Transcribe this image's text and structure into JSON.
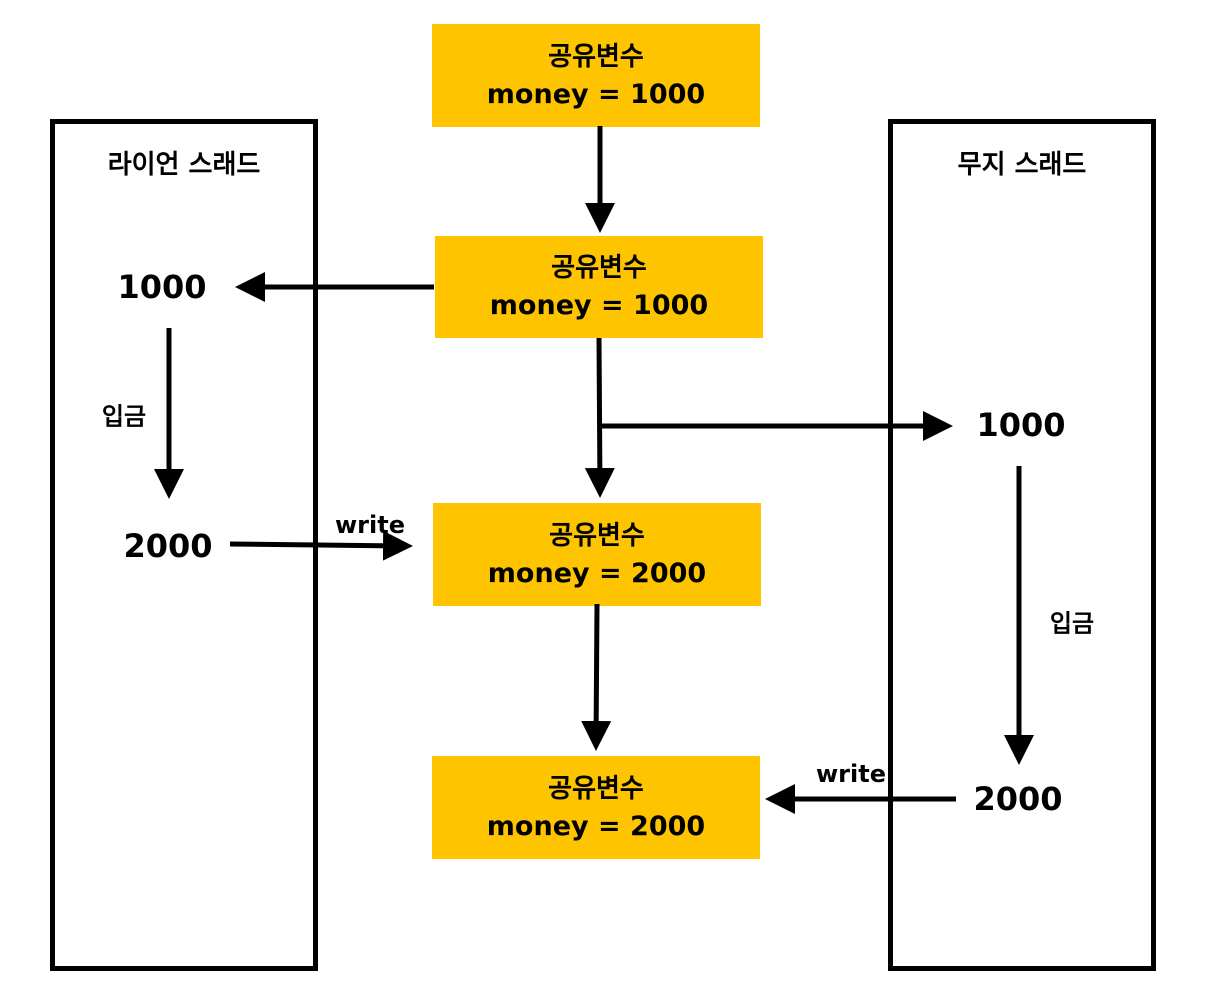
{
  "shared_variable": {
    "title": "공유변수",
    "states": [
      "money = 1000",
      "money = 1000",
      "money = 2000",
      "money = 2000"
    ]
  },
  "threads": {
    "left": {
      "title": "라이언 스래드",
      "read_value": "1000",
      "step_label": "입금",
      "result_value": "2000",
      "write_label": "write"
    },
    "right": {
      "title": "무지 스래드",
      "read_value": "1000",
      "step_label": "입금",
      "result_value": "2000",
      "write_label": "write"
    }
  },
  "colors": {
    "variable_box": "#fec400",
    "lines": "#000000",
    "background": "#ffffff"
  }
}
